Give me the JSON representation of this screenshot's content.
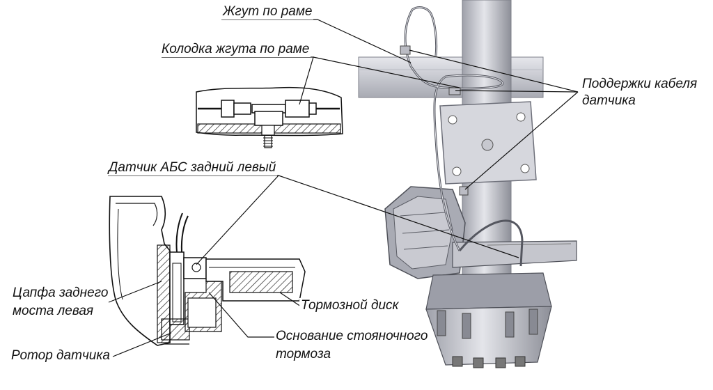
{
  "labels": {
    "harness_frame": "Жгут по раме",
    "harness_connector": "Колодка жгута по раме",
    "cable_supports_line1": "Поддержки кабеля",
    "cable_supports_line2": "датчика",
    "abs_sensor": "Датчик АБС задний левый",
    "axle_trunnion_line1": "Цапфа заднего",
    "axle_trunnion_line2": "моста левая",
    "brake_disc": "Тормозной диск",
    "parking_brake_line1": "Основание стояночного",
    "parking_brake_line2": "тормоза",
    "sensor_rotor": "Ротор датчика"
  },
  "colors": {
    "ink": "#111111",
    "metal_light": "#dcdde3",
    "metal_mid": "#b4b6bf",
    "metal_dark": "#6e707a"
  }
}
